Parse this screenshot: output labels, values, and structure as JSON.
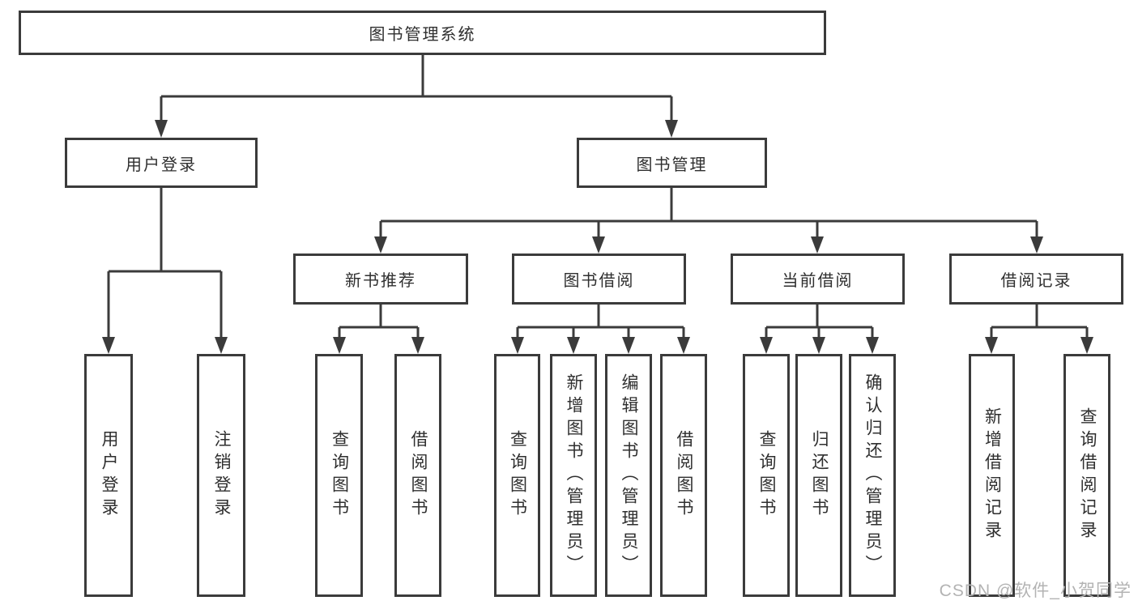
{
  "tree": {
    "root": {
      "label": "图书管理系统",
      "children": [
        {
          "label": "用户登录",
          "children": [
            {
              "label": "用户登录"
            },
            {
              "label": "注销登录"
            }
          ]
        },
        {
          "label": "图书管理",
          "children": [
            {
              "label": "新书推荐",
              "children": [
                {
                  "label": "查询图书"
                },
                {
                  "label": "借阅图书"
                }
              ]
            },
            {
              "label": "图书借阅",
              "children": [
                {
                  "label": "查询图书"
                },
                {
                  "label": "新增图书（管理员）"
                },
                {
                  "label": "编辑图书（管理员）"
                },
                {
                  "label": "借阅图书"
                }
              ]
            },
            {
              "label": "当前借阅",
              "children": [
                {
                  "label": "查询图书"
                },
                {
                  "label": "归还图书"
                },
                {
                  "label": "确认归还（管理员）"
                }
              ]
            },
            {
              "label": "借阅记录",
              "children": [
                {
                  "label": "新增借阅记录"
                },
                {
                  "label": "查询借阅记录"
                }
              ]
            }
          ]
        }
      ]
    }
  },
  "watermark": "CSDN @软件_小贺同学",
  "colors": {
    "line": "#3b3b3b",
    "box_border": "#3b3b3b",
    "text": "#2f2f2f",
    "watermark": "#b3b3b3",
    "background": "#ffffff"
  }
}
